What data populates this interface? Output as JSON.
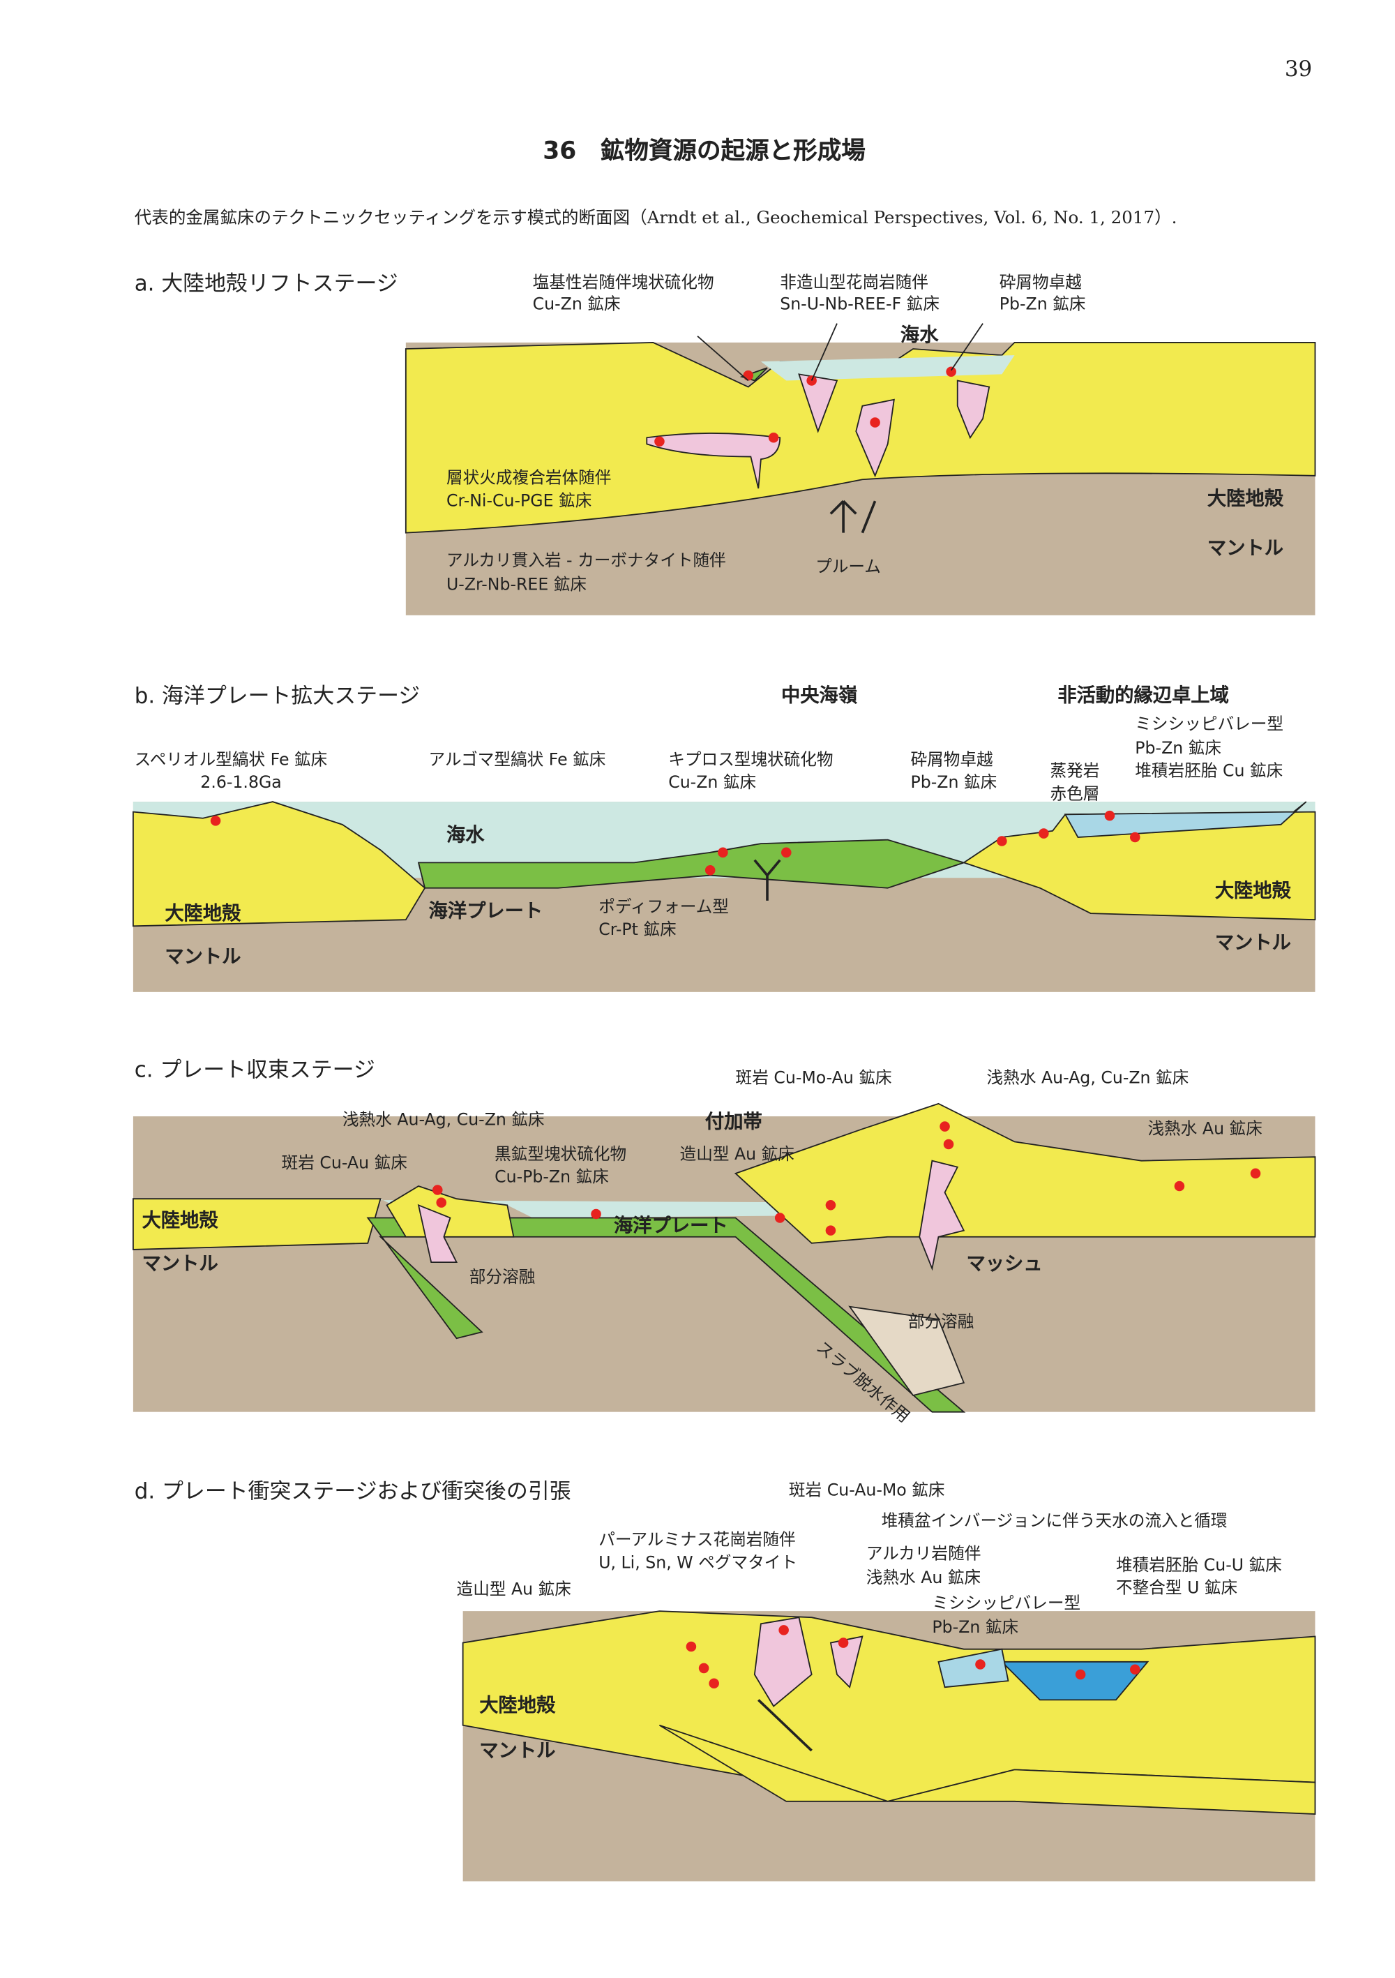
{
  "page_number": "39",
  "title": "36　鉱物資源の起源と形成場",
  "caption": "代表的金属鉱床のテクトニックセッティングを示す模式的断面図（Arndt et al., Geochemical Perspectives, Vol. 6, No. 1, 2017）.",
  "colors": {
    "crust": "#f2ea4f",
    "mantle": "#c4b39c",
    "sea": "#cde8e2",
    "plate": "#7bbf45",
    "granite": "#f0c6dc",
    "deposit": "#e8231f",
    "basin": "#3a9fd8"
  },
  "panel_a": {
    "title": "a. 大陸地殻リフトステージ",
    "labels": [
      "塩基性岩随伴塊状硫化物",
      "Cu-Zn 鉱床",
      "非造山型花崗岩随伴",
      "Sn-U-Nb-REE-F 鉱床",
      "砕屑物卓越",
      "Pb-Zn 鉱床",
      "海水",
      "層状火成複合岩体随伴",
      "Cr-Ni-Cu-PGE 鉱床",
      "大陸地殻",
      "マントル",
      "アルカリ貫入岩 - カーボナタイト随伴",
      "U-Zr-Nb-REE 鉱床",
      "プルーム"
    ]
  },
  "panel_b": {
    "title": "b. 海洋プレート拡大ステージ",
    "labels": [
      "中央海嶺",
      "非活動的縁辺卓上域",
      "ミシシッピバレー型",
      "Pb-Zn 鉱床",
      "堆積岩胚胎 Cu 鉱床",
      "スペリオル型縞状 Fe 鉱床",
      "2.6-1.8Ga",
      "アルゴマ型縞状 Fe 鉱床",
      "キプロス型塊状硫化物",
      "Cu-Zn 鉱床",
      "砕屑物卓越",
      "Pb-Zn 鉱床",
      "蒸発岩",
      "赤色層",
      "海水",
      "大陸地殻",
      "海洋プレート",
      "ポディフォーム型",
      "Cr-Pt 鉱床",
      "大陸地殻",
      "マントル",
      "マントル"
    ]
  },
  "panel_c": {
    "title": "c. プレート収束ステージ",
    "labels": [
      "斑岩 Cu-Mo-Au 鉱床",
      "浅熱水 Au-Ag, Cu-Zn 鉱床",
      "浅熱水 Au-Ag, Cu-Zn 鉱床",
      "付加帯",
      "浅熱水 Au 鉱床",
      "斑岩 Cu-Au 鉱床",
      "黒鉱型塊状硫化物",
      "Cu-Pb-Zn 鉱床",
      "造山型 Au 鉱床",
      "大陸地殻",
      "海洋プレート",
      "マントル",
      "部分溶融",
      "マッシュ",
      "部分溶融",
      "スラブ脱水作用"
    ]
  },
  "panel_d": {
    "title": "d. プレート衝突ステージおよび衝突後の引張",
    "labels": [
      "斑岩 Cu-Au-Mo 鉱床",
      "堆積盆インバージョンに伴う天水の流入と循環",
      "パーアルミナス花崗岩随伴",
      "U, Li, Sn, W ペグマタイト",
      "アルカリ岩随伴",
      "浅熱水 Au 鉱床",
      "堆積岩胚胎 Cu-U 鉱床",
      "不整合型 U 鉱床",
      "造山型 Au 鉱床",
      "ミシシッピバレー型",
      "Pb-Zn 鉱床",
      "大陸地殻",
      "マントル"
    ]
  }
}
